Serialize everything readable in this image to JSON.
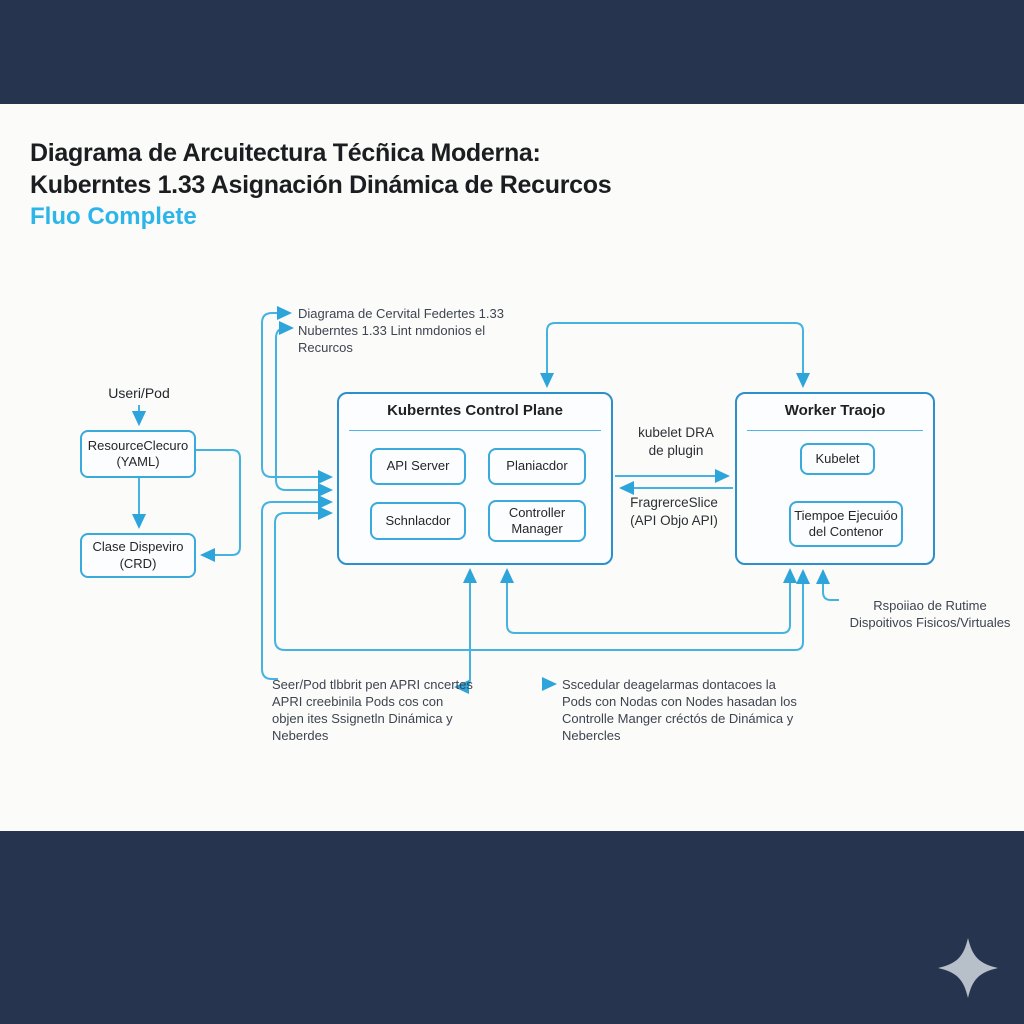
{
  "header": {
    "title_line1": "Diagrama de Arcuitectura Técñica Moderna:",
    "title_line2": "Kuberntes 1.33 Asignación Dinámica de Recurcos",
    "subtitle": "Fluo Complete"
  },
  "colors": {
    "navy_bar": "#273450",
    "accent_cyan": "#2cb5e9",
    "arrow_cyan": "#3fb0de",
    "inner_box_border": "#3aa9dc",
    "outer_box_border": "#2b90cb",
    "sparkle_gray": "#b7bfc9"
  },
  "diagram": {
    "left": {
      "user_label": "Useri/Pod",
      "resource_box_l1": "ResourceClecuro",
      "resource_box_l2": "(YAML)",
      "clase_box_l1": "Clase Dispeviro",
      "clase_box_l2": "(CRD)"
    },
    "control_plane": {
      "title": "Kuberntes Control Plane",
      "api_server": "API Server",
      "planiacdor": "Planiacdor",
      "schnlacdor": "Schnlacdor",
      "controller_l1": "Controller",
      "controller_l2": "Manager"
    },
    "worker": {
      "title": "Worker Traojo",
      "kubelet": "Kubelet",
      "tiempo_l1": "Tiempoe Ejecuióo",
      "tiempo_l2": "del Contenor"
    },
    "mid_labels": {
      "kubelet_dra_l1": "kubelet DRA",
      "kubelet_dra_l2": "de plugin",
      "fragrerce_l1": "FragrerceSlice",
      "fragrerce_l2": "(API Objo API)"
    },
    "annotations": {
      "top": [
        "Diagrama de Cervital Federtes 1.33",
        "Nuberntes 1.33 Lint nmdonios el",
        "Recurcos"
      ],
      "bottom_left": [
        "Seer/Pod tlbbrit pen APRI cncertes",
        "APRI creebinila Pods cos con",
        "objen ites Ssignetln Dinámica y",
        "Neberdes"
      ],
      "bottom_mid": [
        "Sscedular deagelarmas dontacoes la",
        "Pods con Nodas con Nodes hasadan los",
        "Controlle Manger créctós de Dinámica y",
        "Nebercles"
      ],
      "bottom_right": [
        "Rspoiiao de Rutime",
        "Dispoitivos Fisicos/Virtuales"
      ]
    }
  }
}
